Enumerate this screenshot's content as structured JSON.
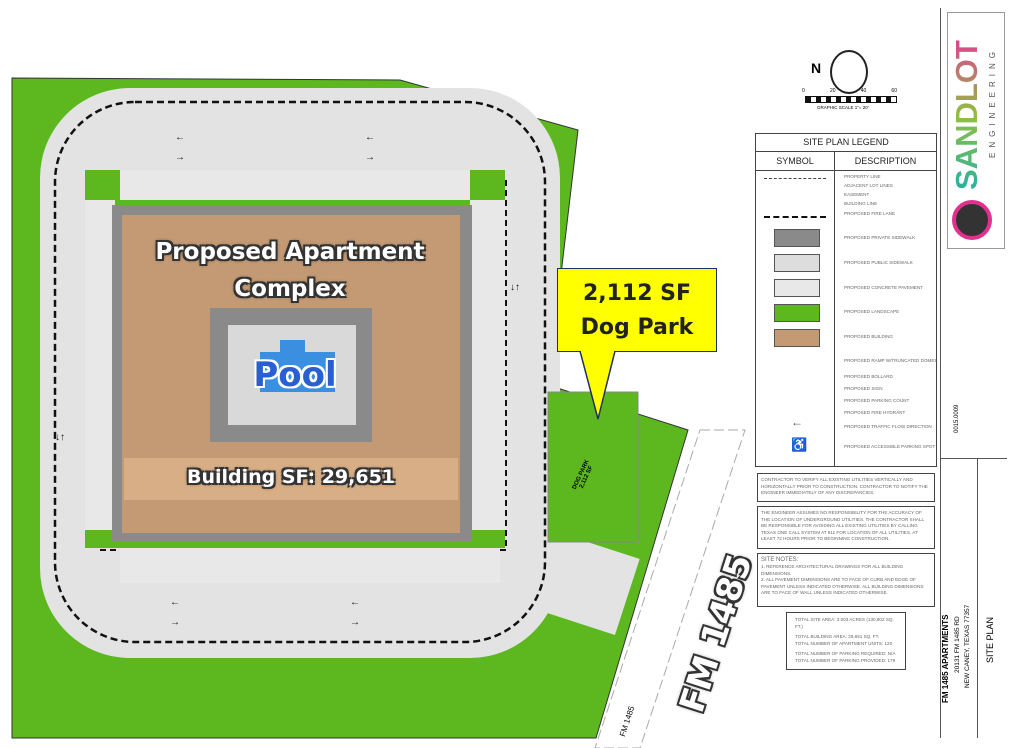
{
  "plan": {
    "building_title": [
      "Proposed Apartment",
      "Complex"
    ],
    "pool_label": "Pool",
    "building_sf": "Building SF: 29,651",
    "callout": [
      "2,112 SF",
      "Dog Park"
    ],
    "dog_park_label": [
      "DOG PARK",
      "2,112 SF"
    ],
    "road_label": "FM 1485",
    "road_small": "FM 1485",
    "north_label": "N",
    "scale_ticks": [
      "0",
      "20",
      "40",
      "60"
    ],
    "scale_label": "GRAPHIC SCALE 1\"= 20'"
  },
  "legend": {
    "title": "SITE PLAN LEGEND",
    "col_symbol": "SYMBOL",
    "col_desc": "DESCRIPTION",
    "items": [
      "PROPERTY LINE",
      "ADJACENT LOT LINES",
      "EASEMENT",
      "BUILDING LINE",
      "PROPOSED FIRE LANE",
      "PROPOSED PRIVATE SIDEWALK",
      "PROPOSED PUBLIC SIDEWALK",
      "PROPOSED CONCRETE PAVEMENT",
      "PROPOSED LANDSCAPE",
      "PROPOSED BUILDING",
      "PROPOSED RAMP W/TRUNCATED DOMES",
      "PROPOSED BOLLARD",
      "PROPOSED SIGN",
      "PROPOSED PARKING COUNT",
      "PROPOSED FIRE HYDRANT",
      "PROPOSED TRAFFIC FLOW DIRECTION",
      "PROPOSED ACCESSIBLE PARKING SPOT"
    ]
  },
  "notes": {
    "n1": "CONTRACTOR TO VERIFY ALL EXISTING UTILITIES VERTICALLY AND HORIZONTALLY PRIOR TO CONSTRUCTION. CONTRACTOR TO NOTIFY THE ENGINEER IMMEDIATELY OF ANY DISCREPANCIES.",
    "n2": "THE ENGINEER ASSUMES NO RESPONSIBILITY FOR THE ACCURACY OF THE LOCATION OF UNDERGROUND UTILITIES. THE CONTRACTOR SHALL BE RESPONSIBLE FOR AVOIDING ALL EXISTING UTILITIES BY CALLING TEXAS ONE CALL SYSTEM AT 811 FOR LOCATION OF ALL UTILITIES, AT LEAST 72 HOURS PRIOR TO BEGINNING CONSTRUCTION.",
    "site_title": "SITE NOTES:",
    "site1": "1.   REFERENCE ARCHITECTURAL DRAWINGS FOR ALL BUILDING DIMENSIONS.",
    "site2": "2.   ALL PAVEMENT DIMENSIONS ARE TO FACE OF CURB AND EDGE OF PAVEMENT UNLESS INDICATED OTHERWISE. ALL BUILDING DIMENSIONS ARE TO FACE OF WALL UNLESS INDICATED OTHERWISE.",
    "totals": [
      "TOTAL SITE AREA: 3.003 ACRES (130,802 SQ. FT.)",
      "TOTAL BUILDING AREA: 29,651 SQ. FT.",
      "TOTAL NUMBER OF APARTMENT UNITS: 120",
      "TOTAL NUMBER OF PARKING REQUIRED: N/A",
      "TOTAL NUMBER OF PARKING PROVIDED: 179"
    ]
  },
  "title_block": {
    "logo": "SANDLOT",
    "logo_sub": "ENGINEERING",
    "project": "FM 1485 APARTMENTS",
    "address1": "20131 FM 1485 RD",
    "address2": "NEW CANEY, TEXAS 77357",
    "sheet": "SITE PLAN",
    "job": "0015.0009"
  },
  "colors": {
    "landscape": "#5cb81e",
    "building": "#c49a74",
    "pavement": "#e3e3e3",
    "sidewalk": "#8a8a8a",
    "pool": "#3a8fe0",
    "callout": "#ffff00"
  }
}
